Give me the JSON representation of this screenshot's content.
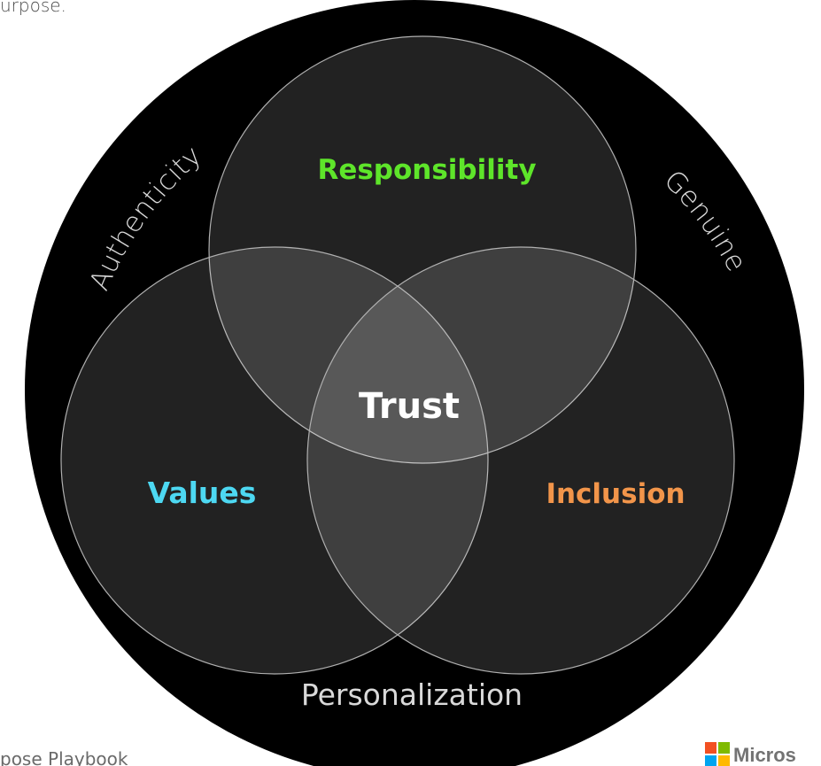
{
  "header": {
    "text": "urpose."
  },
  "footer": {
    "text": "pose Playbook"
  },
  "brand": {
    "name": "Micros",
    "colors": [
      "#f25022",
      "#7fba00",
      "#00a4ef",
      "#ffb900"
    ]
  },
  "diagram": {
    "outer_words": {
      "left": "Authenticity",
      "right": "Genuine",
      "bottom": "Personalization"
    },
    "circles": {
      "top": {
        "label": "Responsibility",
        "color": "#5ee52a"
      },
      "left": {
        "label": "Values",
        "color": "#4dd8f2"
      },
      "right": {
        "label": "Inclusion",
        "color": "#f2954a"
      }
    },
    "center": {
      "label": "Trust",
      "color": "#ffffff"
    },
    "background_color": "#000000",
    "outer_text_color": "#d9d9d9"
  }
}
